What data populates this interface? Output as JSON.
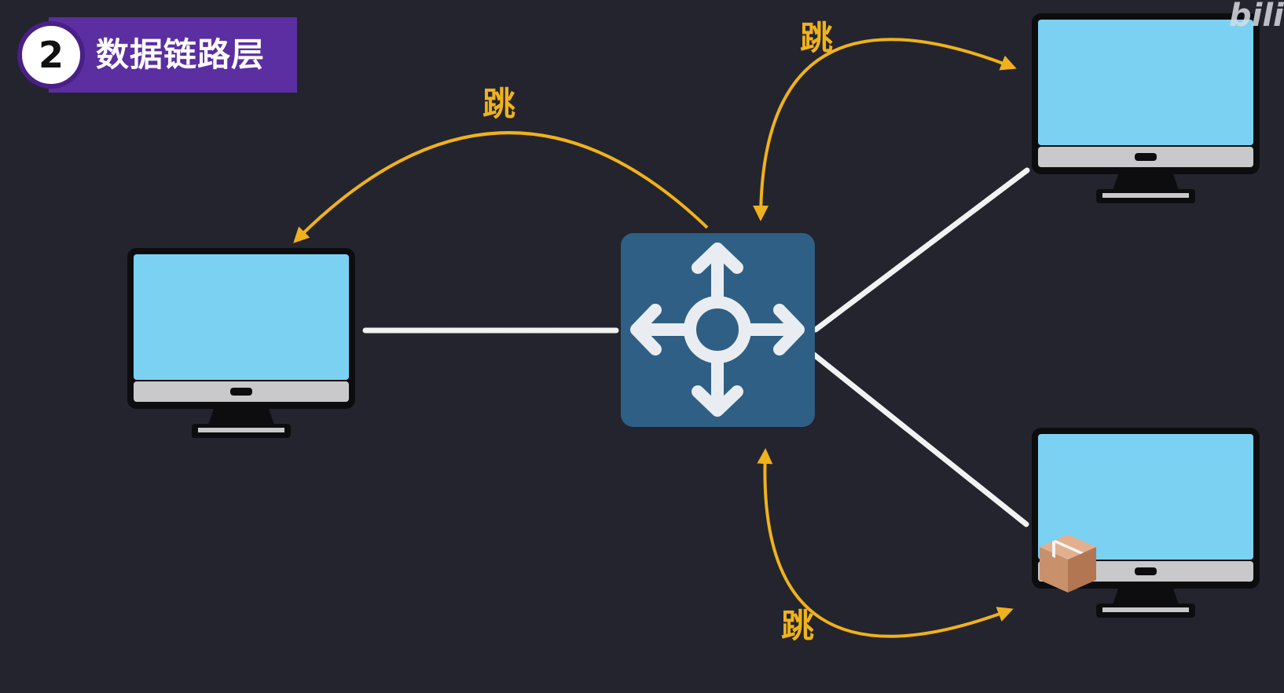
{
  "title": {
    "number": "2",
    "label": "数据链路层"
  },
  "hop_labels": {
    "left": "跳",
    "top_right": "跳",
    "bottom_right": "跳"
  },
  "watermark": "bili",
  "nodes": {
    "switch": "switch-icon",
    "computer_left": "computer-icon",
    "computer_top_right": "computer-icon",
    "computer_bottom_right": "computer-icon",
    "packet": "package-icon"
  },
  "colors": {
    "background": "#23242e",
    "badge_bar": "#5b2ea1",
    "hop_arrow": "#f0b21c",
    "switch": "#2f5f85",
    "screen": "#7bd1f1",
    "link": "#f2f2f2"
  }
}
